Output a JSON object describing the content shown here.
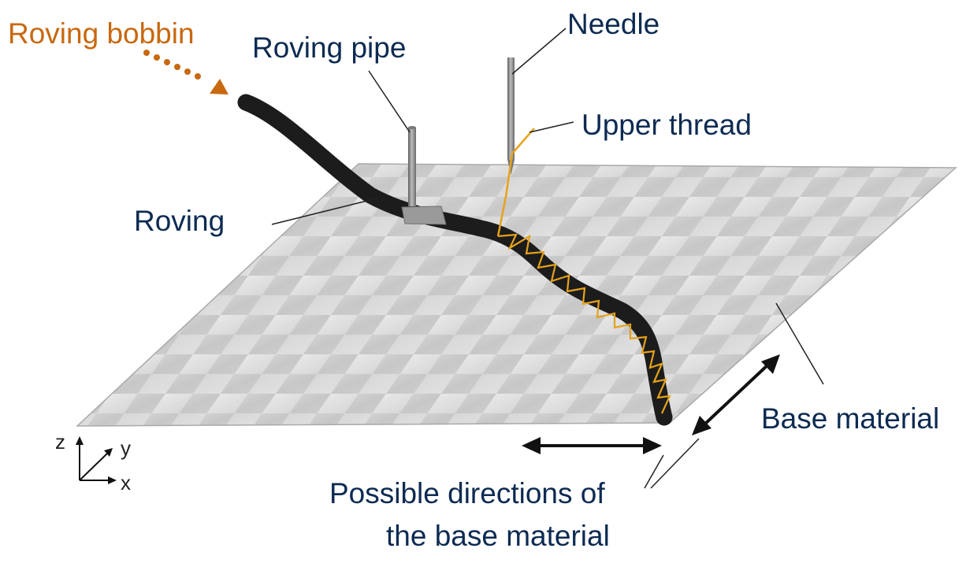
{
  "labels": {
    "roving_bobbin": "Roving bobbin",
    "roving_pipe": "Roving pipe",
    "needle": "Needle",
    "upper_thread": "Upper thread",
    "roving": "Roving",
    "base_material": "Base material",
    "directions_line1": "Possible directions of",
    "directions_line2": "the base material"
  },
  "axes": {
    "z": "z",
    "y": "y",
    "x": "x"
  },
  "colors": {
    "label_text": "#0d2b52",
    "bobbin_text": "#c8680f",
    "roving": "#1c1c1c",
    "thread": "#e6a21a",
    "base_material": "#c9c9c9",
    "pipe": "#8a8a8a"
  }
}
